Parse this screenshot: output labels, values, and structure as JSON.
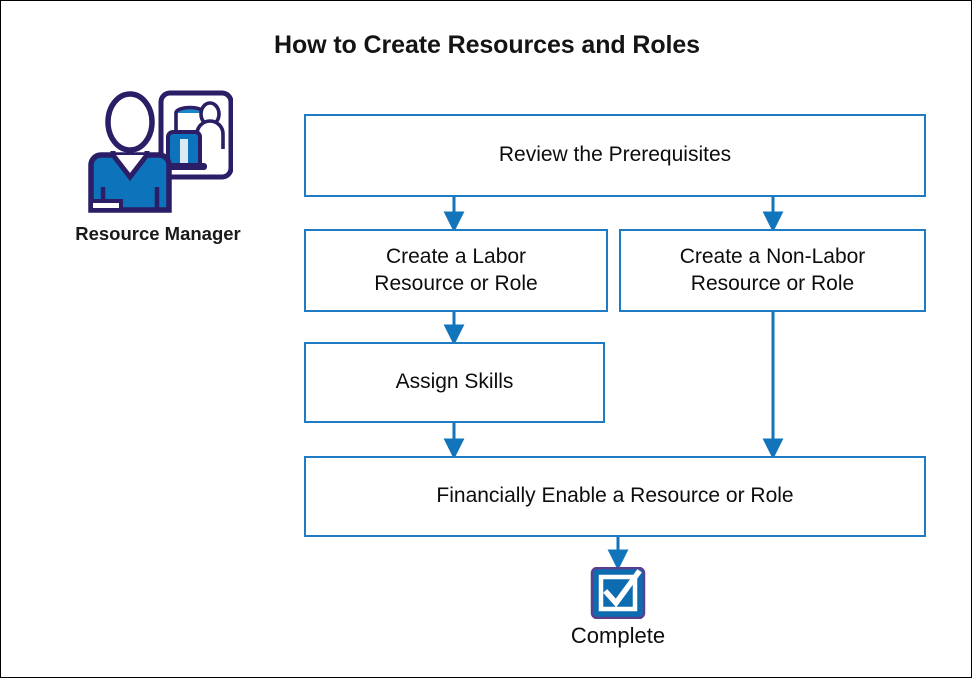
{
  "page": {
    "title": "How to Create Resources and Roles",
    "border_color": "#000000",
    "background": "#ffffff"
  },
  "colors": {
    "box_border": "#1F7BC3",
    "connector": "#1275BC",
    "icon_navy": "#2B1D66",
    "icon_blue": "#0D74BB",
    "text": "#0d0d0d"
  },
  "actor": {
    "label": "Resource Manager",
    "icon": "resource-manager-icon"
  },
  "chart_data": {
    "type": "diagram",
    "title": "How to Create Resources and Roles",
    "nodes": [
      {
        "id": "prereq",
        "label": "Review the Prerequisites",
        "shape": "rect"
      },
      {
        "id": "labor",
        "label": "Create a Labor\nResource or Role",
        "shape": "rect"
      },
      {
        "id": "nonlabor",
        "label": "Create a Non-Labor\nResource or Role",
        "shape": "rect"
      },
      {
        "id": "skills",
        "label": "Assign Skills",
        "shape": "rect"
      },
      {
        "id": "financial",
        "label": "Financially Enable a Resource or Role",
        "shape": "rect"
      },
      {
        "id": "complete",
        "label": "Complete",
        "shape": "icon"
      }
    ],
    "edges": [
      {
        "from": "prereq",
        "to": "labor",
        "type": "arrow"
      },
      {
        "from": "prereq",
        "to": "nonlabor",
        "type": "arrow"
      },
      {
        "from": "labor",
        "to": "skills",
        "type": "arrow"
      },
      {
        "from": "skills",
        "to": "financial",
        "type": "arrow"
      },
      {
        "from": "nonlabor",
        "to": "financial",
        "type": "arrow"
      },
      {
        "from": "financial",
        "to": "complete",
        "type": "arrow"
      }
    ]
  },
  "boxes": {
    "prereq": {
      "label": "Review the Prerequisites"
    },
    "labor": {
      "line1": "Create a Labor",
      "line2": "Resource or Role"
    },
    "nonlabor": {
      "line1": "Create a Non-Labor",
      "line2": "Resource or Role"
    },
    "skills": {
      "label": "Assign Skills"
    },
    "financial": {
      "label": "Financially Enable a Resource or Role"
    }
  },
  "complete": {
    "label": "Complete",
    "icon": "checkbox-checked-icon"
  }
}
